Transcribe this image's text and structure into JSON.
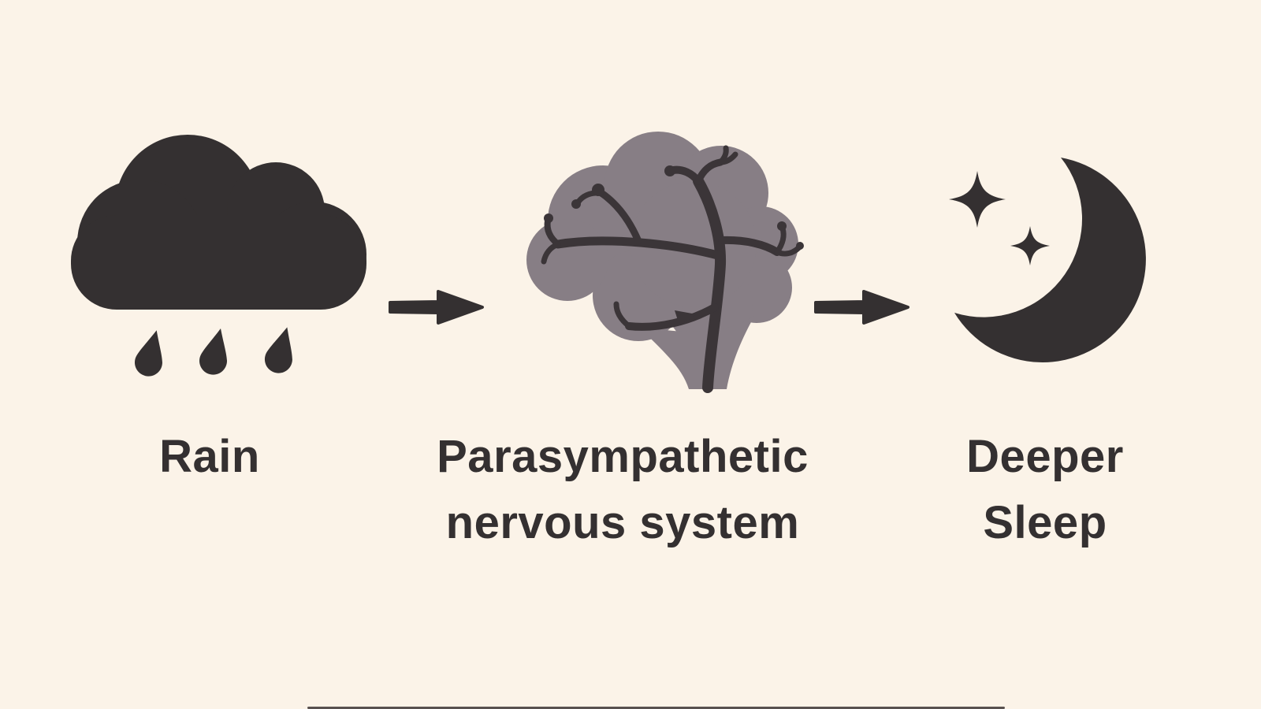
{
  "diagram": {
    "type": "flow",
    "colors": {
      "background": "#fbf3e8",
      "ink": "#343031",
      "brain_fill": "#877e85",
      "brain_lines": "#3b3538"
    },
    "nodes": [
      {
        "id": "rain",
        "icon": "rain-cloud-icon",
        "label": "Rain",
        "lines": [
          "Rain"
        ]
      },
      {
        "id": "parasympathetic-nervous-system",
        "icon": "brain-branch-icon",
        "label": "Parasympathetic nervous system",
        "lines": [
          "Parasympathetic",
          "nervous system"
        ]
      },
      {
        "id": "deeper-sleep",
        "icon": "moon-stars-icon",
        "label": "Deeper Sleep",
        "lines": [
          "Deeper",
          "Sleep"
        ]
      }
    ],
    "connectors": [
      {
        "from": "rain",
        "to": "parasympathetic-nervous-system",
        "icon": "arrow-right-icon"
      },
      {
        "from": "parasympathetic-nervous-system",
        "to": "deeper-sleep",
        "icon": "arrow-right-icon"
      }
    ]
  }
}
